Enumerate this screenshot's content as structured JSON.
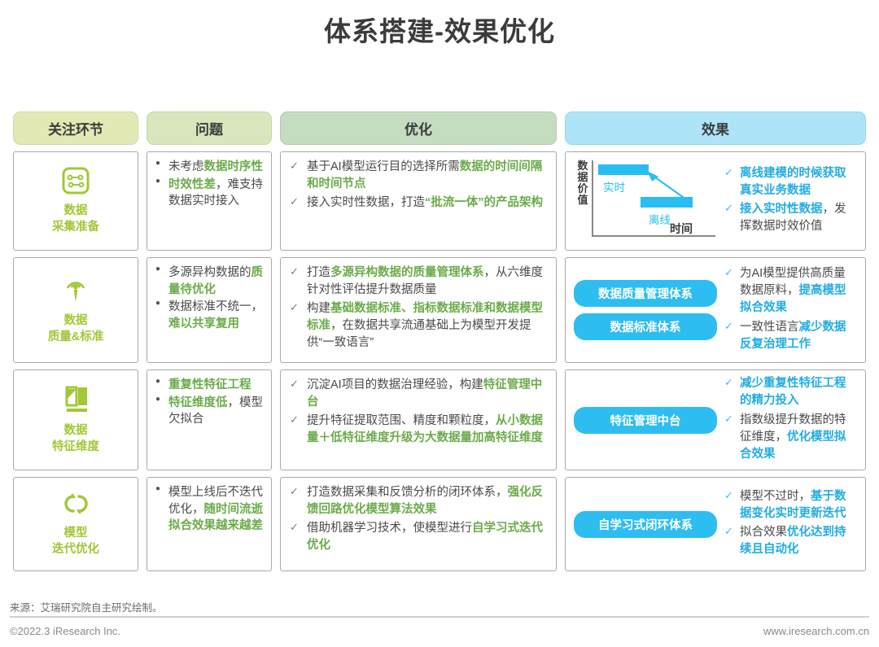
{
  "title": "体系搭建-效果优化",
  "headers": [
    {
      "label": "关注环节"
    },
    {
      "label": "问题"
    },
    {
      "label": "优化"
    },
    {
      "label": "效果"
    }
  ],
  "rows": [
    {
      "stage": {
        "icon": "data-collection-icon",
        "label_line1": "数据",
        "label_line2": "采集准备"
      },
      "problems": [
        {
          "parts": [
            {
              "t": "未考虑",
              "s": "plain"
            },
            {
              "t": "数据时序性",
              "s": "green"
            }
          ]
        },
        {
          "parts": [
            {
              "t": "时效性差",
              "s": "green"
            },
            {
              "t": "，难支持数据实时接入",
              "s": "plain"
            }
          ]
        }
      ],
      "optimizations": [
        {
          "parts": [
            {
              "t": "基于AI模型运行目的选择所需",
              "s": "plain"
            },
            {
              "t": "数据的时间间隔和时间节点",
              "s": "green"
            }
          ]
        },
        {
          "parts": [
            {
              "t": "接入实时性数据，打造",
              "s": "plain"
            },
            {
              "t": "“批流一体”的产品架构",
              "s": "green"
            }
          ]
        }
      ],
      "effect_visual": {
        "type": "mini-chart",
        "ylabel": "数据价值",
        "xlabel": "时间",
        "bars": [
          {
            "name": "实时",
            "label": "实时"
          },
          {
            "name": "离线",
            "label": "离线"
          }
        ]
      },
      "effects": [
        {
          "parts": [
            {
              "t": "离线建模的时候获取真实业务数据",
              "s": "blue"
            }
          ]
        },
        {
          "parts": [
            {
              "t": "接入实时性数据",
              "s": "blue"
            },
            {
              "t": "，发挥数据时效价值",
              "s": "plain"
            }
          ]
        }
      ]
    },
    {
      "stage": {
        "icon": "signal-quality-icon",
        "label_line1": "数据",
        "label_line2": "质量&标准"
      },
      "problems": [
        {
          "parts": [
            {
              "t": "多源异构数据的",
              "s": "plain"
            },
            {
              "t": "质量待优化",
              "s": "green"
            }
          ]
        },
        {
          "parts": [
            {
              "t": "数据标准不统一，",
              "s": "plain"
            },
            {
              "t": "难以共享复用",
              "s": "green"
            }
          ]
        }
      ],
      "optimizations": [
        {
          "parts": [
            {
              "t": "打造",
              "s": "plain"
            },
            {
              "t": "多源异构数据的质量管理体系",
              "s": "green"
            },
            {
              "t": "，从六维度针对性评估提升数据质量",
              "s": "plain"
            }
          ]
        },
        {
          "parts": [
            {
              "t": "构建",
              "s": "plain"
            },
            {
              "t": "基础数据标准、指标数据标准和数据模型标准",
              "s": "green"
            },
            {
              "t": "，在数据共享流通基础上为模型开发提供“一致语言”",
              "s": "plain"
            }
          ]
        }
      ],
      "effect_visual": {
        "type": "tags",
        "tags": [
          "数据质量管理体系",
          "数据标准体系"
        ]
      },
      "effects": [
        {
          "parts": [
            {
              "t": "为AI模型提供高质量数据原料，",
              "s": "plain"
            },
            {
              "t": "提高模型拟合效果",
              "s": "blue"
            }
          ]
        },
        {
          "parts": [
            {
              "t": "一致性语言",
              "s": "plain"
            },
            {
              "t": "减少数据反复治理工作",
              "s": "blue"
            }
          ]
        }
      ]
    },
    {
      "stage": {
        "icon": "feature-dimension-icon",
        "label_line1": "数据",
        "label_line2": "特征维度"
      },
      "problems": [
        {
          "parts": [
            {
              "t": "重复性特征工程",
              "s": "green"
            }
          ]
        },
        {
          "parts": [
            {
              "t": "特征维度低",
              "s": "green"
            },
            {
              "t": "，模型欠拟合",
              "s": "plain"
            }
          ]
        }
      ],
      "optimizations": [
        {
          "parts": [
            {
              "t": "沉淀AI项目的数据治理经验，构建",
              "s": "plain"
            },
            {
              "t": "特征管理中台",
              "s": "green"
            }
          ]
        },
        {
          "parts": [
            {
              "t": "提升特征提取范围、精度和颗粒度，",
              "s": "plain"
            },
            {
              "t": "从小数据量＋低特征维度升级为大数据量加高特征维度",
              "s": "green"
            }
          ]
        }
      ],
      "effect_visual": {
        "type": "tags",
        "tags": [
          "特征管理中台"
        ]
      },
      "effects": [
        {
          "parts": [
            {
              "t": "减少重复性特征工程的精力投入",
              "s": "blue"
            }
          ]
        },
        {
          "parts": [
            {
              "t": "指数级提升数据的特征维度，",
              "s": "plain"
            },
            {
              "t": "优化模型拟合效果",
              "s": "blue"
            }
          ]
        }
      ]
    },
    {
      "stage": {
        "icon": "iteration-refresh-icon",
        "label_line1": "模型",
        "label_line2": "迭代优化"
      },
      "problems": [
        {
          "parts": [
            {
              "t": "模型上线后不迭代优化，",
              "s": "plain"
            },
            {
              "t": "随时间流逝拟合效果越来越差",
              "s": "green"
            }
          ]
        }
      ],
      "optimizations": [
        {
          "parts": [
            {
              "t": "打造数据采集和反馈分析的闭环体系，",
              "s": "plain"
            },
            {
              "t": "强化反馈回路优化模型算法效果",
              "s": "green"
            }
          ]
        },
        {
          "parts": [
            {
              "t": "借助机器学习技术，使模型进行",
              "s": "plain"
            },
            {
              "t": "自学习式迭代优化",
              "s": "green"
            }
          ]
        }
      ],
      "effect_visual": {
        "type": "tags",
        "tags": [
          "自学习式闭环体系"
        ]
      },
      "effects": [
        {
          "parts": [
            {
              "t": "模型不过时，",
              "s": "plain"
            },
            {
              "t": "基于数据变化实时更新迭代",
              "s": "blue"
            }
          ]
        },
        {
          "parts": [
            {
              "t": "拟合效果",
              "s": "plain"
            },
            {
              "t": "优化达到持续且自动化",
              "s": "blue"
            }
          ]
        }
      ]
    }
  ],
  "footer": {
    "source": "来源：艾瑞研究院自主研究绘制。",
    "copyright": "©2022.3 iResearch Inc.",
    "website": "www.iresearch.com.cn"
  },
  "colors": {
    "green_accent": "#6bab4a",
    "light_green": "#a2c737",
    "blue_accent": "#22ace3",
    "tag_blue": "#2dbdf0"
  }
}
